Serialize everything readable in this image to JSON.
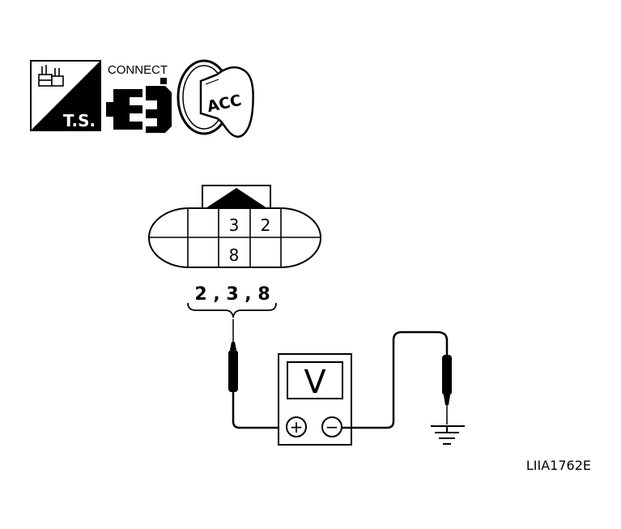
{
  "icons": {
    "ts_label": "T.S.",
    "connect_label": "CONNECT",
    "key_position": "ACC"
  },
  "connector": {
    "pins_row1": [
      "3",
      "2"
    ],
    "pins_row2": [
      "8"
    ],
    "tested_terminals": "2 , 3 , 8"
  },
  "meter": {
    "display": "V",
    "positive_symbol": "+",
    "negative_symbol": "−"
  },
  "figure_id": "LIIA1762E"
}
